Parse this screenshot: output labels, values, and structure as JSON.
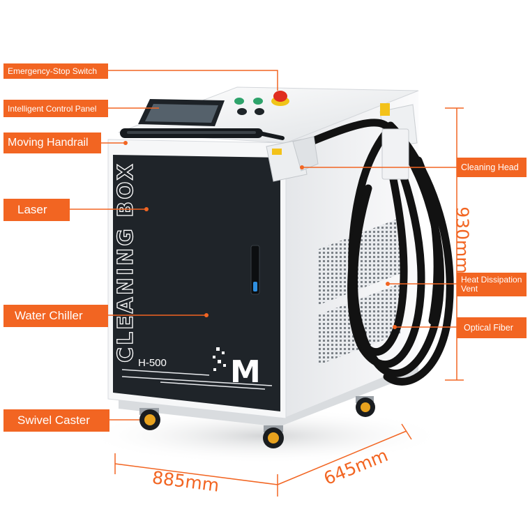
{
  "labels": {
    "emergency_stop": "Emergency-Stop Switch",
    "control_panel": "Intelligent Control Panel",
    "handrail": "Moving Handrail",
    "laser": "Laser",
    "water_chiller": "Water Chiller",
    "swivel_caster": "Swivel Caster",
    "cleaning_head": "Cleaning Head",
    "heat_vent_line1": "Heat Dissipation",
    "heat_vent_line2": "Vent",
    "optical_fiber": "Optical Fiber"
  },
  "machine": {
    "brand_vertical": "CLEANING BOX",
    "model": "H-500",
    "logo_letter": "M"
  },
  "dimensions": {
    "height": "930mm",
    "width": "885mm",
    "depth": "645mm"
  },
  "colors": {
    "accent": "#f26522",
    "panel": "#1f2429",
    "body": "#f2f3f4",
    "hose": "#121212",
    "caster_wheel": "#e8a21e"
  }
}
